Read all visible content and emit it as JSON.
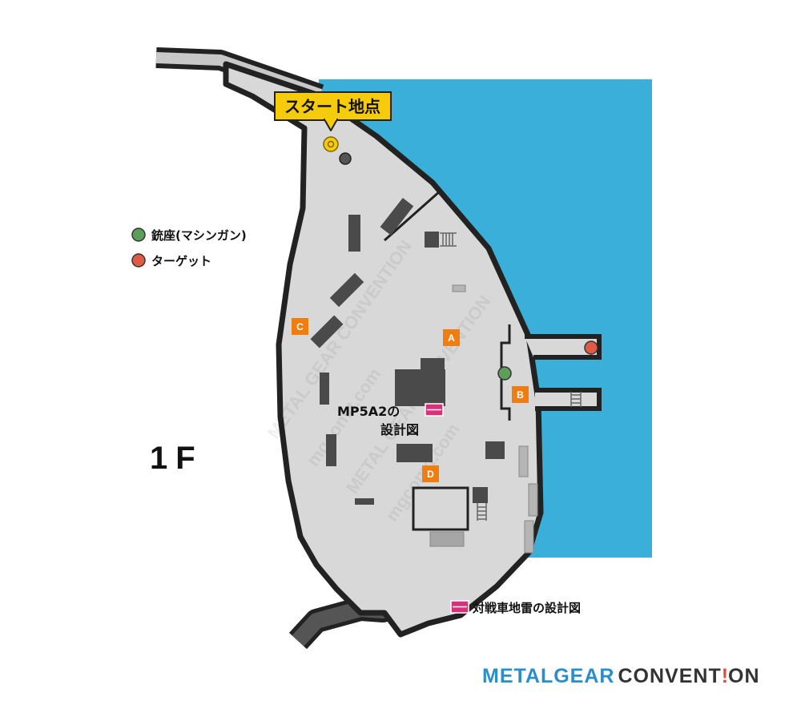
{
  "floor_label": "1F",
  "start_point": {
    "label": "スタート地点"
  },
  "legend": {
    "items": [
      {
        "label": "銃座(マシンガン)",
        "color": "#5c9e5a"
      },
      {
        "label": "ターゲット",
        "color": "#e05a48"
      }
    ]
  },
  "area_markers": [
    "A",
    "B",
    "C",
    "D"
  ],
  "blueprints": {
    "mp5": {
      "line1": "MP5A2の",
      "line2": "設計図"
    },
    "antitank": {
      "label": "対戦車地雷の設計図"
    }
  },
  "watermark": {
    "text1": "METAL GEAR CONVENTION",
    "text2": "mgconvt.com"
  },
  "brand": {
    "part1": "METALGEAR",
    "part2": "CONVENT",
    "part3": "!",
    "part4": "ON"
  },
  "colors": {
    "sea": "#3aafd9",
    "ground": "#d8d8d8",
    "outline": "#222222",
    "building": "#4a4a4a",
    "marker_orange": "#f07d10",
    "start_yellow": "#f5cb0c",
    "blueprint_pink": "#d8317a"
  }
}
